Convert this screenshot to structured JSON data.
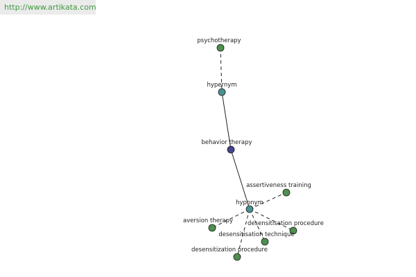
{
  "watermark": {
    "text": "http://www.artikata.com"
  },
  "colors": {
    "leaf": "#4f8f4f",
    "relation": "#4a9090",
    "center": "#44448c",
    "edge": "#222222",
    "watermark_text": "#3d9a3d",
    "watermark_bg": "#ebebeb"
  },
  "graph": {
    "nodes": [
      {
        "id": "psychotherapy",
        "label": "psychotherapy",
        "kind": "leaf"
      },
      {
        "id": "hypernym",
        "label": "hypernym",
        "kind": "relation"
      },
      {
        "id": "behavior_therapy",
        "label": "behavior therapy",
        "kind": "center"
      },
      {
        "id": "hyponym",
        "label": "hyponym",
        "kind": "relation"
      },
      {
        "id": "assertiveness_training",
        "label": "assertiveness training",
        "kind": "leaf"
      },
      {
        "id": "aversion_therapy",
        "label": "aversion therapy",
        "kind": "leaf"
      },
      {
        "id": "desensitisation_procedure",
        "label": "desensitisation procedure",
        "kind": "leaf"
      },
      {
        "id": "desensitisation_technique",
        "label": "desensitisation technique",
        "kind": "leaf"
      },
      {
        "id": "desensitization_procedure",
        "label": "desensitization procedure",
        "kind": "leaf"
      }
    ],
    "edges": [
      {
        "from": "psychotherapy",
        "to": "hypernym",
        "style": "dashed"
      },
      {
        "from": "hypernym",
        "to": "behavior_therapy",
        "style": "solid"
      },
      {
        "from": "behavior_therapy",
        "to": "hyponym",
        "style": "solid"
      },
      {
        "from": "hyponym",
        "to": "assertiveness_training",
        "style": "dashed"
      },
      {
        "from": "hyponym",
        "to": "aversion_therapy",
        "style": "dashed"
      },
      {
        "from": "hyponym",
        "to": "desensitisation_procedure",
        "style": "dashed"
      },
      {
        "from": "hyponym",
        "to": "desensitisation_technique",
        "style": "dashed"
      },
      {
        "from": "hyponym",
        "to": "desensitization_procedure",
        "style": "dashed"
      }
    ]
  }
}
